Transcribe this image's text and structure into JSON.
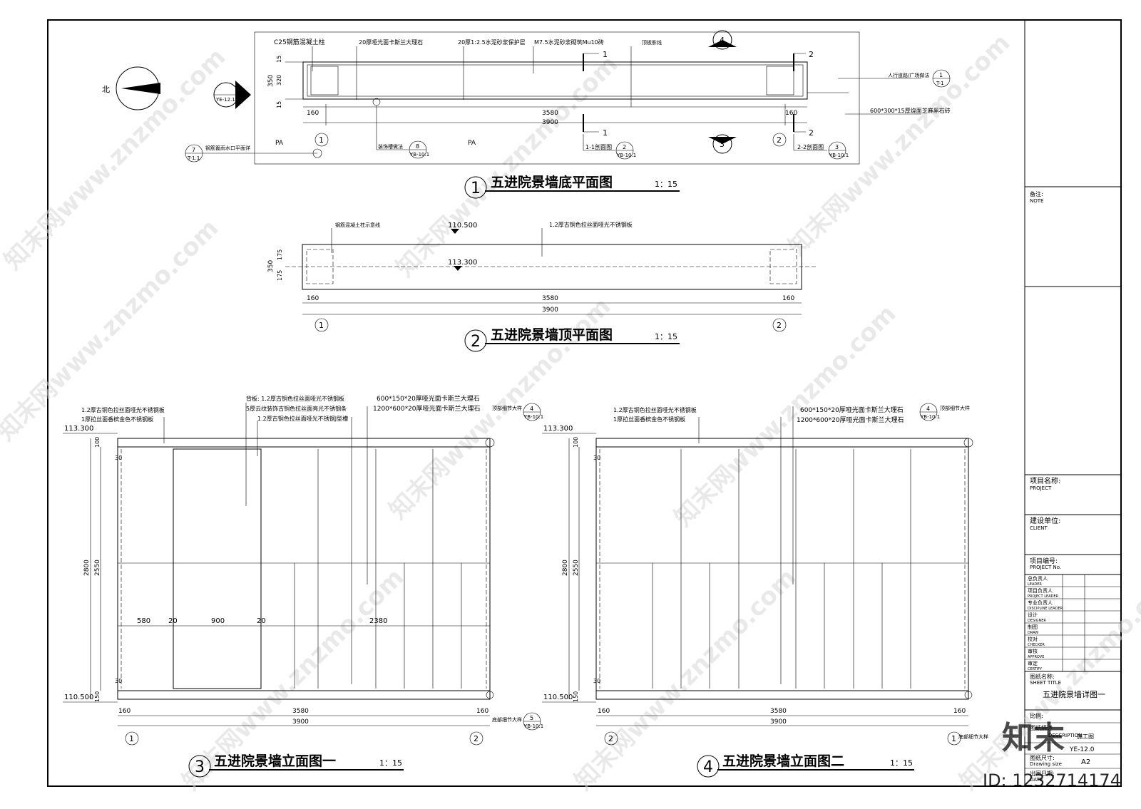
{
  "sheet": {
    "north_label": "北",
    "watermark_text": "知末网www.znzmo.com",
    "watermark_brand": "知末",
    "id_label": "ID: 1232714174"
  },
  "plan1": {
    "title": "五进院景墙底平面图",
    "number": "1",
    "scale": "1：15",
    "labels": {
      "c25": "C25钢筋混凝土柱",
      "marble20": "20厚哑光面卡斯兰大理石",
      "mortar": "20厚1:2.5水泥砂浆保护层",
      "brick": "M7.5水泥砂浆砌筑Mu10砖",
      "cornice": "顶板影线",
      "road": "人行道路/广场做法",
      "paver": "600*300*15厚烧面芝麻黑石砖",
      "drain": "钢筋篦雨水口平面详",
      "groove": "装饰槽做法",
      "sec11": "1-1剖面图",
      "sec22": "2-2剖面图",
      "pa_left": "PA",
      "pa_mid": "PA"
    },
    "dims": {
      "left": "160",
      "mid": "3580",
      "right": "160",
      "total": "3900",
      "d15a": "15",
      "d320": "320",
      "d15b": "15",
      "d350": "350"
    },
    "refs": {
      "ye": "YE-12.1",
      "r1": "1",
      "r1_sheet": "T-1",
      "r7": "7",
      "r7_sheet": "T-1.1",
      "r8": "8",
      "r8_sheet": "YB-10.1",
      "r2": "2",
      "r2_sheet": "YB-10.1",
      "r3": "3",
      "r3_sheet": "YB-10.1",
      "elev4": "4",
      "elev3": "3",
      "cut1": "1",
      "cut2": "2",
      "axis1": "1",
      "axis2": "2"
    }
  },
  "plan2": {
    "title": "五进院景墙顶平面图",
    "number": "2",
    "scale": "1：15",
    "labels": {
      "column": "钢筋混凝土柱示意线",
      "steel": "1.2厚古铜色拉丝面哑光不锈钢板"
    },
    "levels": {
      "top": "110.500",
      "mid": "113.300"
    },
    "dims": {
      "left": "160",
      "mid": "3580",
      "right": "160",
      "total": "3900",
      "d175a": "175",
      "d175b": "175",
      "d350": "350"
    },
    "axes": {
      "a1": "1",
      "a2": "2"
    }
  },
  "elev1": {
    "title": "五进院景墙立面图一",
    "number": "3",
    "scale": "1：15",
    "labels": {
      "steel_top": "1.2厚古铜色拉丝面哑光不锈钢板",
      "steel_gold": "1厚拉丝面香槟金色不锈钢板",
      "back1": "背板: 1.2厚古铜色拉丝面哑光不锈钢板",
      "back2": "5厚云纹装饰古铜色拉丝面亮光不锈钢条",
      "back3": "1.2厚古铜色拉丝面哑光不锈钢J型槽",
      "stone1": "600*150*20厚哑光面卡斯兰大理石",
      "stone2": "1200*600*20厚哑光面卡斯兰大理石",
      "top_detail": "顶部细节大样",
      "bottom_detail": "底部细节大样"
    },
    "levels": {
      "top": "113.300",
      "bottom": "110.500"
    },
    "dims": {
      "h2800": "2800",
      "h2550": "2550",
      "h100": "100",
      "h150": "150",
      "h30a": "30",
      "h30b": "30",
      "w580": "580",
      "w20a": "20",
      "w900": "900",
      "w20b": "20",
      "w2380": "2380",
      "b160a": "160",
      "b3580": "3580",
      "b160b": "160",
      "b3900": "3900"
    },
    "refs": {
      "r4": "4",
      "r4s": "YB-10.1",
      "r5": "5",
      "r5s": "YB-10.1",
      "axis1": "1",
      "axis2": "2"
    }
  },
  "elev2": {
    "title": "五进院景墙立面图二",
    "number": "4",
    "scale": "1：15",
    "labels": {
      "steel_top": "1.2厚古铜色拉丝面哑光不锈钢板",
      "steel_gold": "1厚拉丝面香槟金色不锈钢板",
      "stone1": "600*150*20厚哑光面卡斯兰大理石",
      "stone2": "1200*600*20厚哑光面卡斯兰大理石",
      "top_detail": "顶部细节大样",
      "bottom_detail": "底部细节大样"
    },
    "levels": {
      "top": "113.300",
      "bottom": "110.500"
    },
    "dims": {
      "h2800": "2800",
      "h2550": "2550",
      "h100": "100",
      "h150": "150",
      "h30a": "30",
      "h30b": "30",
      "b160a": "160",
      "b3580": "3580",
      "b160b": "160",
      "b3900": "3900"
    },
    "refs": {
      "r4": "4",
      "r4s": "YB-10.1",
      "axis2": "2",
      "axis1": "1"
    }
  },
  "titleblock": {
    "note_cn": "备注:",
    "note_en": "NOTE",
    "project_cn": "项目名称:",
    "project_en": "PROJECT",
    "client_cn": "建设单位:",
    "client_en": "CLIENT",
    "projno_cn": "项目编号:",
    "projno_en": "PROJECT No.",
    "rows": [
      {
        "cn": "总负责人",
        "en": "LEADER"
      },
      {
        "cn": "项目负责人",
        "en": "PROJECT LEADER"
      },
      {
        "cn": "专业负责人",
        "en": "DISCIPLINE LEADER"
      },
      {
        "cn": "设计",
        "en": "DESIGNER"
      },
      {
        "cn": "制图",
        "en": "DRAW"
      },
      {
        "cn": "校对",
        "en": "CHECKER"
      },
      {
        "cn": "审核",
        "en": "APPROVE"
      },
      {
        "cn": "审定",
        "en": "CERTIFY"
      }
    ],
    "sheet_title_cn": "图纸名称:",
    "sheet_title_en": "SHEET TITLE",
    "sheet_title": "五进院景墙详图一",
    "scale_cn": "比例:",
    "desc_cn": "图纸描述",
    "desc_en": "DESCRIPTION",
    "desc_val": "施工图",
    "sheetno_val": "YE-12.0",
    "size_cn": "图纸尺寸:",
    "size_en": "Drawing size",
    "size_val": "A2",
    "date_cn": "出图日期:",
    "date_en": "DATE"
  }
}
